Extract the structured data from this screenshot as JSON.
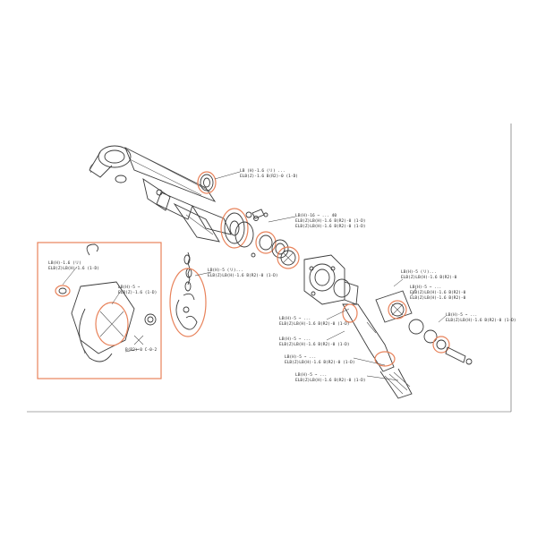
{
  "callouts": {
    "c1": {
      "line1": "LB (H)-1.6 (リ) ...",
      "line2": "ELB(Z)-1.6 B(R2)-0 (1-D)"
    },
    "c2": {
      "line1": "LB(H)-16 ~ ... 40",
      "line2": "ELB(Z)LB(H)-1.6 B(R2)-0 (1-D)",
      "line3": "ELB(Z)LB(H)-1.6 B(R2)-0 (1-D)"
    },
    "c3": {
      "line1": "LB(H)-5 (リ)...",
      "line2": "ELB(Z)LB(H)-1.6 B(R2)-0 (1-D)"
    },
    "c4": {
      "line1": "LB(H)-5 ~ ...",
      "line2": "ELB(Z)LB(H)-1.6 B(R2)-0 (1-D)"
    },
    "c5": {
      "line1": "LB(H)-5 ~ ...",
      "line2": "ELB(Z)LB(H)-1.6 B(R2)-0 (1-D)"
    },
    "c6": {
      "line1": "LB(H)-5 (リ)...",
      "line2": "ELB(Z)LB(H)-1.6 B(R2)-0"
    },
    "c7": {
      "line1": "LB(H)-5 ~ ...",
      "line2": "ELB(Z)LB(H)-1.6 B(R2)-0",
      "line3": "ELB(Z)LB(H)-1.6 B(R2)-0"
    },
    "c8": {
      "line1": "LB(H)-5 ~ ...",
      "line2": "ELB(Z)LB(H)-1.6 B(R2)-0 (1-D)"
    },
    "c9": {
      "line1": "LB(H)-5 ~ ...",
      "line2": "ELB(Z)LB(H)-1.6 B(R2)-0 (1-D)"
    },
    "c10": {
      "line1": "LB(H)-5 ~ ...",
      "line2": "ELB(Z)LB(H)-1.6 B(R2)-0 (1-D)"
    }
  },
  "inset": {
    "label1": {
      "line1": "LB(H)-1.6 (リ)",
      "line2": "ELB(Z)LB(H)-1.6 (1-D)"
    },
    "label2": {
      "line1": "LB(H)-5 ~",
      "line2": "ELB(Z)-1.6 (1-D)"
    },
    "label3": {
      "line1": "B(R2)-0 C-0-2"
    }
  },
  "colors": {
    "highlight": "#e8825a",
    "line": "#3a3a3a"
  }
}
